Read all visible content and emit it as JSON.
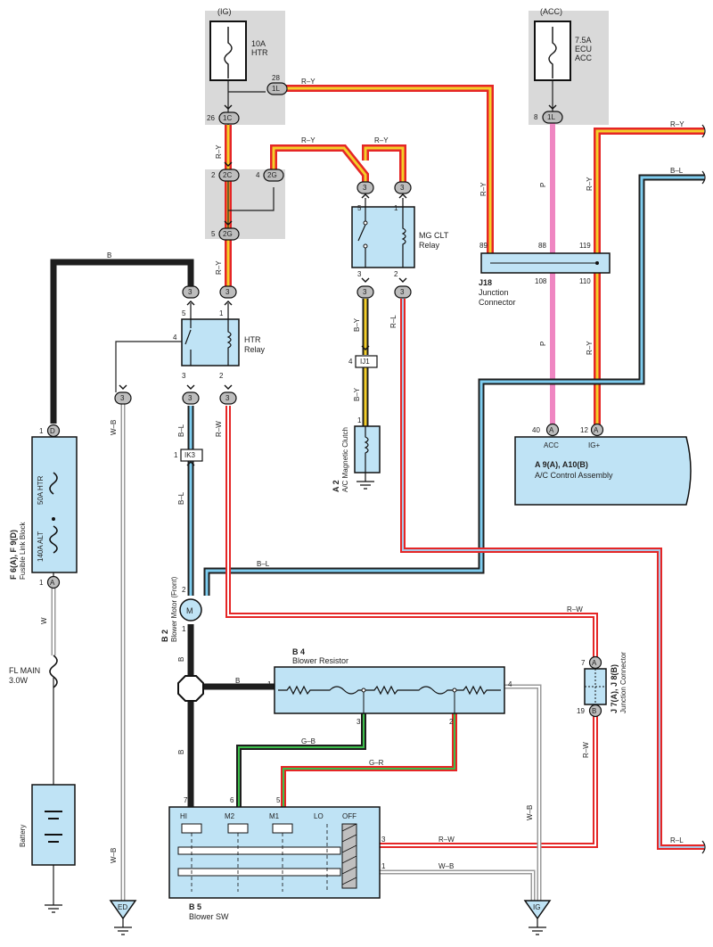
{
  "fuse_boxes": {
    "ig_header": "(IG)",
    "acc_header": "(ACC)",
    "htr_fuse_amp": "10A",
    "htr_fuse_name": "HTR",
    "ecu_fuse_amp": "7.5A",
    "ecu_fuse_name": "ECU",
    "ecu_fuse_sub": "ACC"
  },
  "connectors": {
    "c1L_a": "1L",
    "c1C": "1C",
    "c2C": "2C",
    "c2G_a": "2G",
    "c2G_b": "2G",
    "c1L_b": "1L",
    "c3": "3",
    "c1": "1",
    "cD": "D",
    "cA": "A",
    "cB": "B",
    "ik3": "IK3",
    "ij1": "IJ1",
    "m": "M",
    "ed": "ED",
    "ig": "IG"
  },
  "pins": {
    "p28": "28",
    "p26": "26",
    "p2": "2",
    "p4": "4",
    "p5": "5",
    "p8": "8",
    "p3": "3",
    "p1": "1",
    "p89": "89",
    "p88": "88",
    "p119": "119",
    "p108": "108",
    "p110": "110",
    "p40": "40",
    "p12": "12",
    "p7": "7",
    "p19": "19",
    "p6": "6"
  },
  "wires": {
    "ry": "R–Y",
    "b": "B",
    "p": "P",
    "bl": "B–L",
    "by": "B–Y",
    "rl": "R–L",
    "rw": "R–W",
    "wb": "W–B",
    "w": "W",
    "gb": "G–B",
    "gr": "G–R"
  },
  "components": {
    "mg_relay_1": "MG CLT",
    "mg_relay_2": "Relay",
    "htr_relay_1": "HTR",
    "htr_relay_2": "Relay",
    "j18_id": "J18",
    "j18_1": "Junction",
    "j18_2": "Connector",
    "acc_label": "ACC",
    "ig_label": "IG+",
    "a9_id": "A 9(A), A10(B)",
    "a9_name": "A/C Control Assembly",
    "a2_id": "A 2",
    "a2_name": "A/C Magnetic Clutch",
    "fl_block_50": "50A HTR",
    "fl_block_140": "140A ALT",
    "fl_block_id": "F 6(A), F 9(D)",
    "fl_block_name": "Fusible Link Block",
    "b2_id": "B 2",
    "b2_name": "Blower Motor (Front)",
    "b4_id": "B 4",
    "b4_name": "Blower Resistor",
    "j7_id": "J 7(A), J 8(B)",
    "j7_name": "Junction Connector",
    "fl_main_1": "FL MAIN",
    "fl_main_2": "3.0W",
    "battery": "Battery",
    "b5_id": "B 5",
    "b5_name": "Blower SW",
    "sw_hi": "HI",
    "sw_m2": "M2",
    "sw_m1": "M1",
    "sw_lo": "LO",
    "sw_off": "OFF"
  }
}
